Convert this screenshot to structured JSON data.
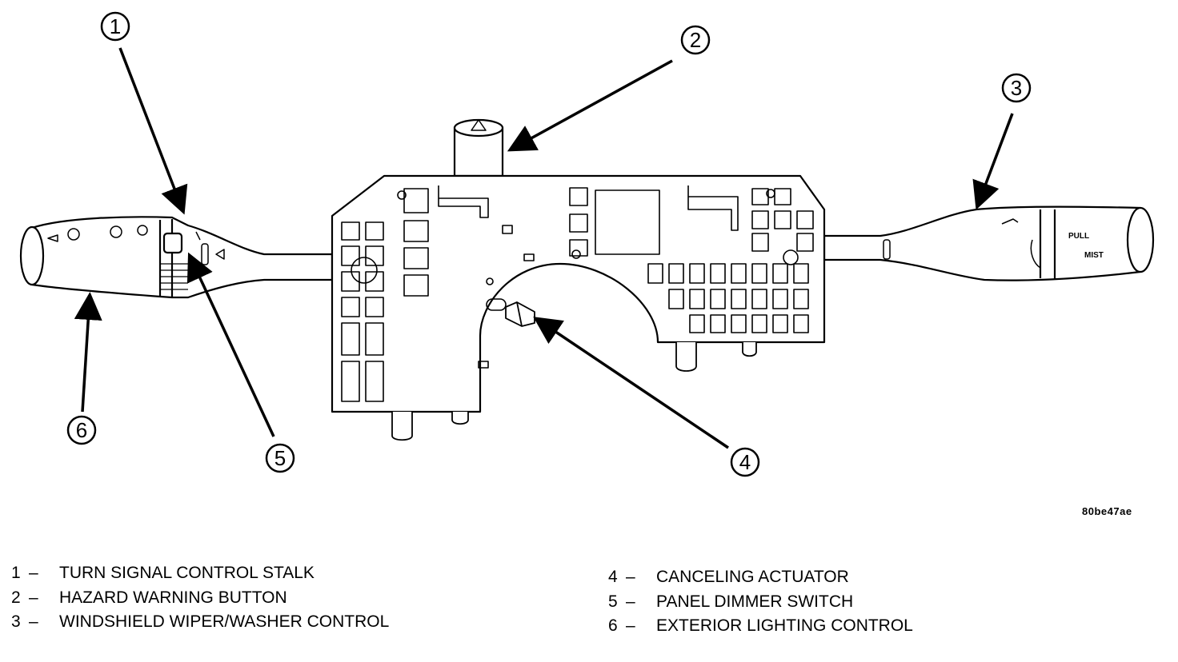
{
  "figure_id": "80be47ae",
  "callouts": [
    "1",
    "2",
    "3",
    "4",
    "5",
    "6"
  ],
  "legend": {
    "left": [
      {
        "num": "1",
        "dash": "–",
        "text": "TURN SIGNAL CONTROL STALK"
      },
      {
        "num": "2",
        "dash": "–",
        "text": "HAZARD WARNING BUTTON"
      },
      {
        "num": "3",
        "dash": "–",
        "text": "WINDSHIELD WIPER/WASHER CONTROL"
      }
    ],
    "right": [
      {
        "num": "4",
        "dash": "–",
        "text": "CANCELING ACTUATOR"
      },
      {
        "num": "5",
        "dash": "–",
        "text": "PANEL DIMMER SWITCH"
      },
      {
        "num": "6",
        "dash": "–",
        "text": "EXTERIOR LIGHTING CONTROL"
      }
    ]
  },
  "stalk_labels": {
    "pull": "PULL",
    "mist": "MIST"
  }
}
